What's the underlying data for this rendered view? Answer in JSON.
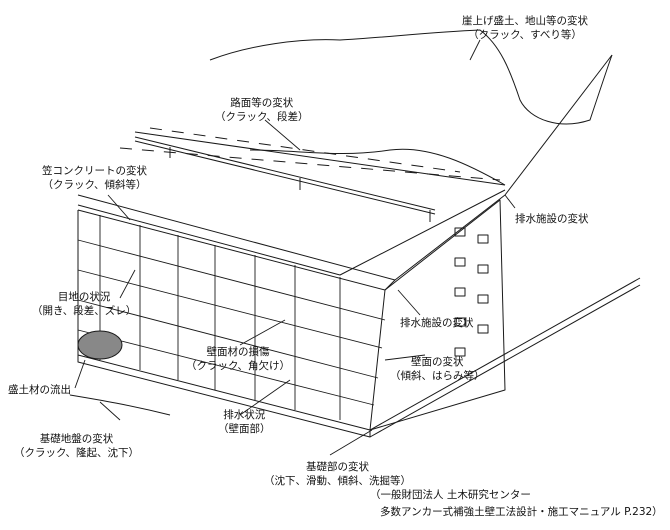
{
  "labels": {
    "slope_upper": [
      "崖上げ盛土、地山等の変状",
      "（クラック、すべり等）"
    ],
    "road": [
      "路面等の変状",
      "（クラック、段差）"
    ],
    "coping": [
      "笠コンクリートの変状",
      "（クラック、傾斜等）"
    ],
    "drain_top": [
      "排水施設の変状"
    ],
    "joint": [
      "目地の状況",
      "（開き、段差、ズレ）"
    ],
    "drain_face": [
      "排水施設の変状"
    ],
    "panel_damage": [
      "壁面材の損傷",
      "（クラック、角欠け）"
    ],
    "wall_face": [
      "壁面の変状",
      "（傾斜、はらみ等）"
    ],
    "fill_outflow": [
      "盛土材の流出"
    ],
    "drain_status": [
      "排水状況",
      "（壁面部）"
    ],
    "ground": [
      "基礎地盤の変状",
      "（クラック、隆起、沈下）"
    ],
    "footing": [
      "基礎部の変状",
      "（沈下、滑動、傾斜、洗掘等）"
    ]
  },
  "source": [
    "（一般財団法人 土木研究センター",
    "多数アンカー式補強土壁工法設計・施工マニュアル P.232）"
  ],
  "colors": {
    "line": "#1a1a1a",
    "fill": "#ffffff"
  }
}
